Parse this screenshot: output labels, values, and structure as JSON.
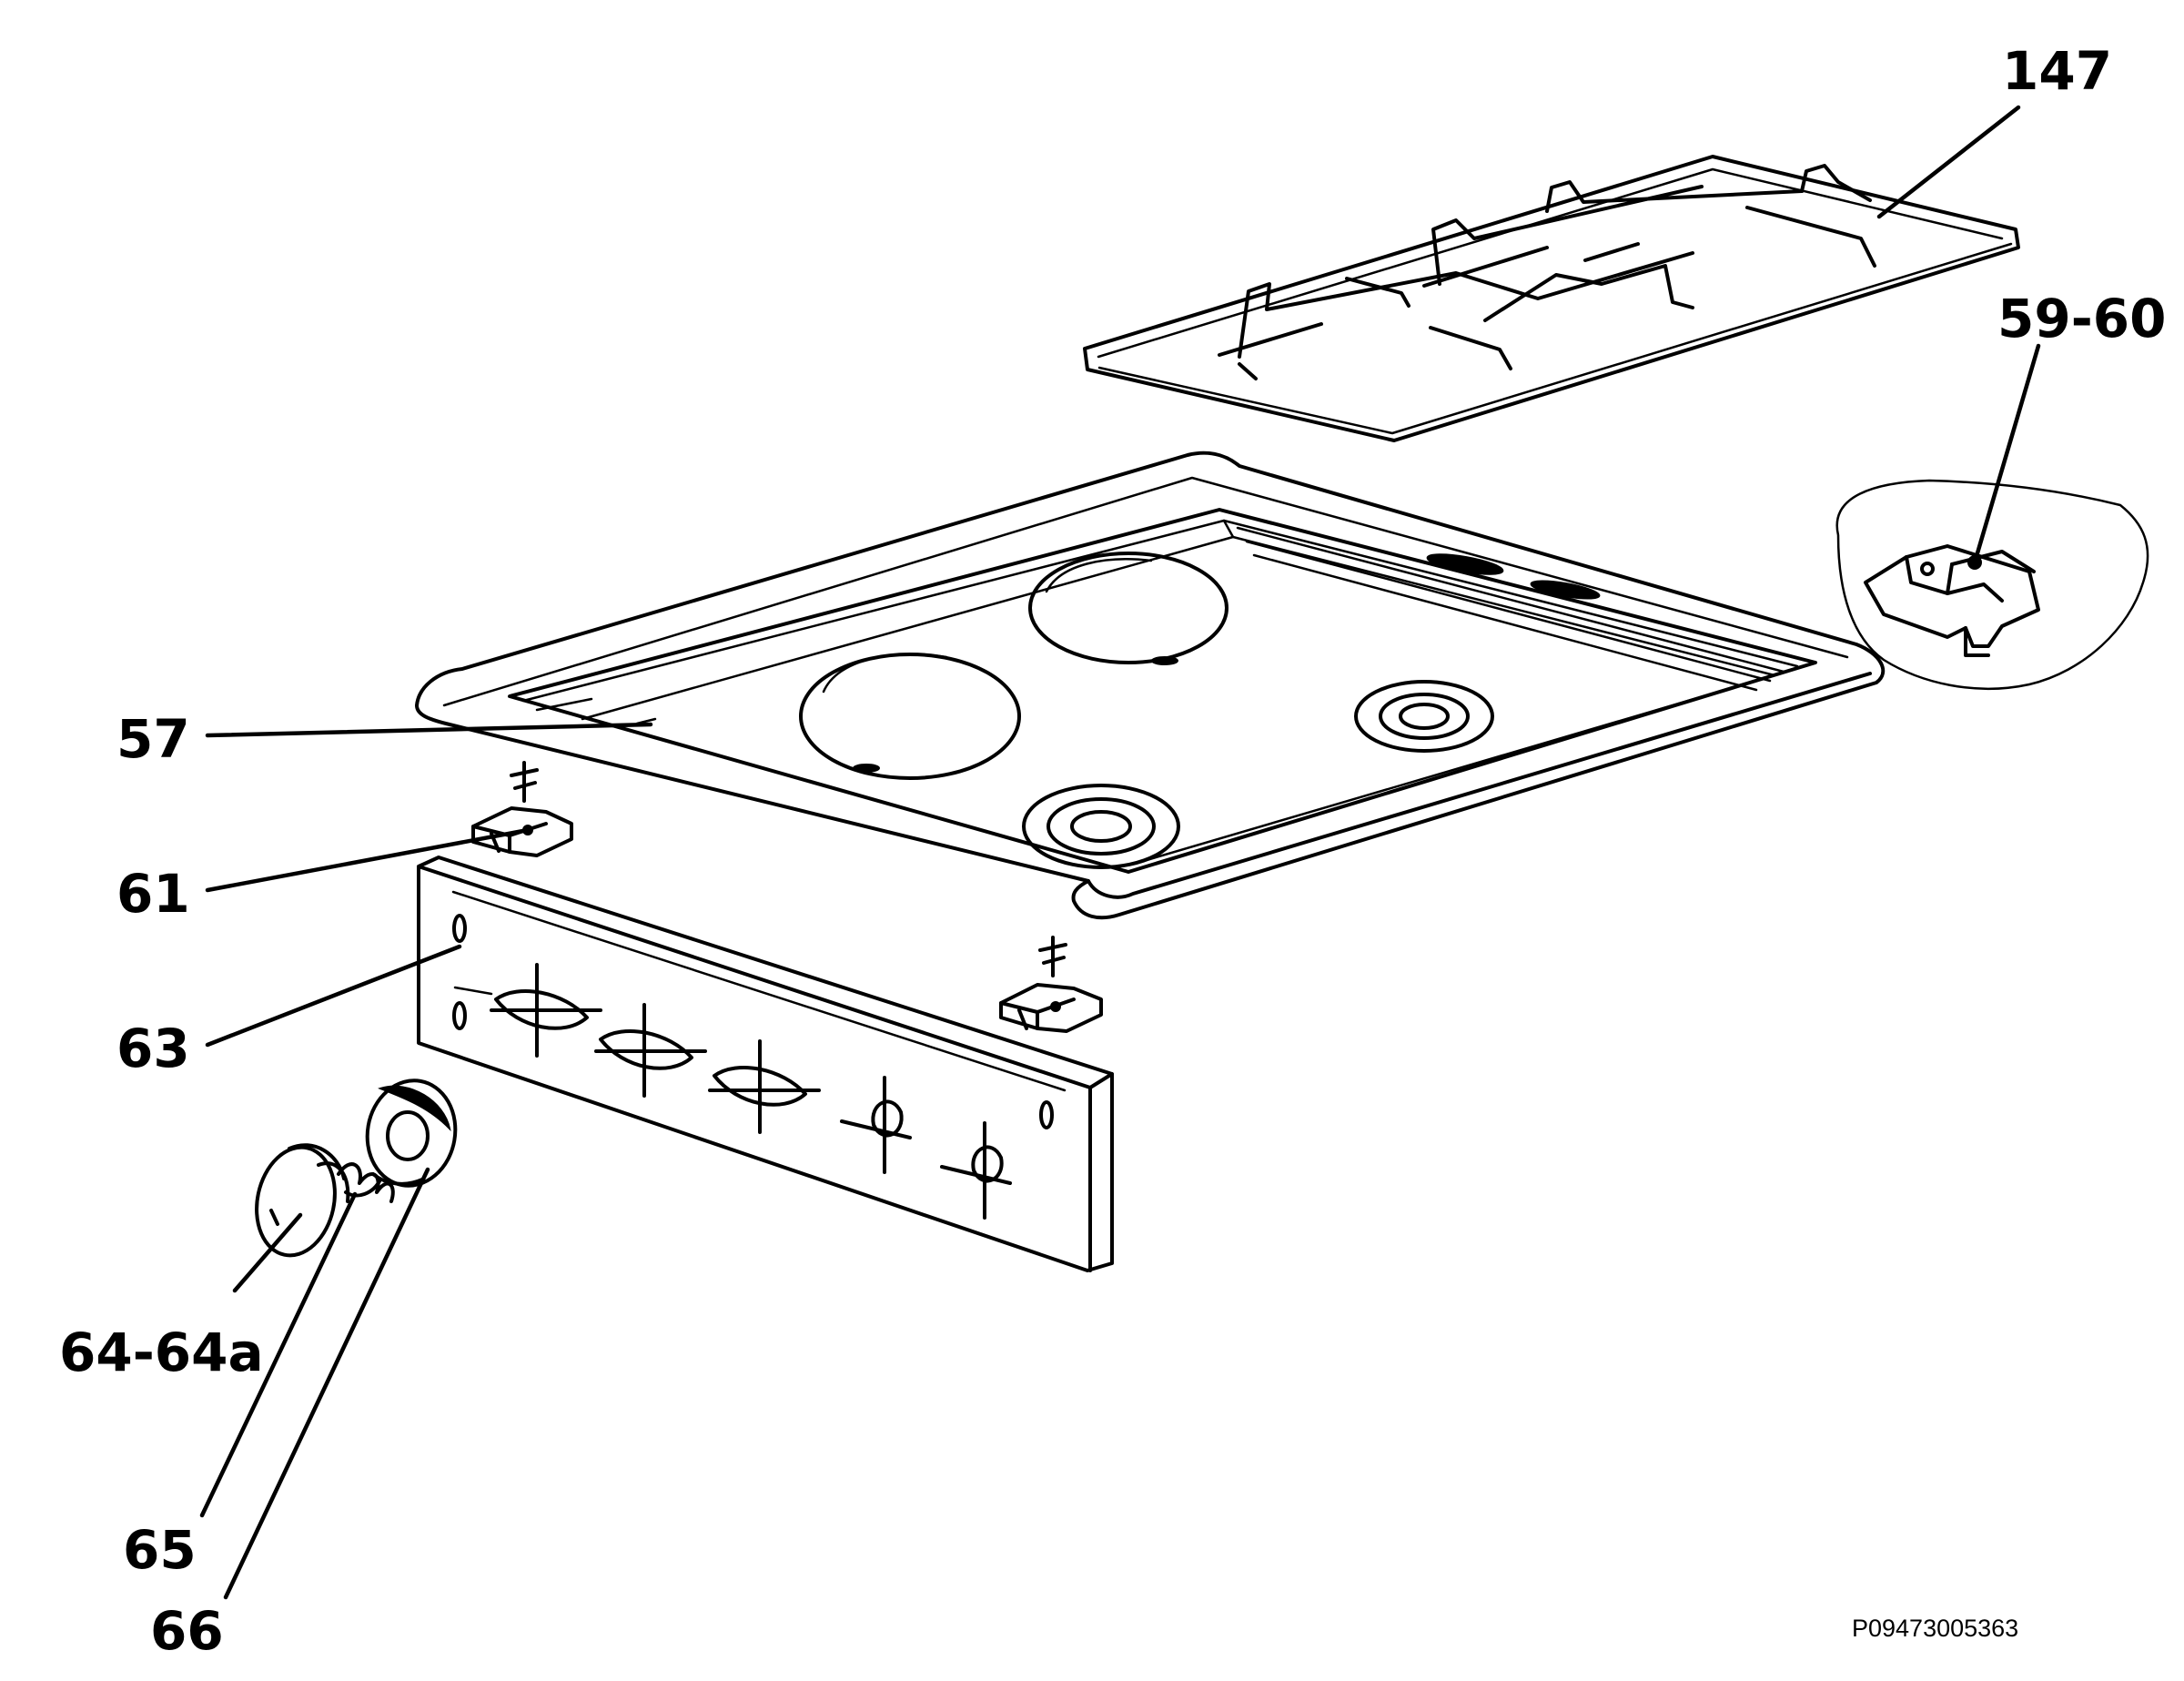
{
  "diagram": {
    "labels": {
      "pan_support": "147",
      "spark_ignition": "59-60",
      "hob_top": "57",
      "bracket": "61",
      "control_panel": "63",
      "knob": "64-64a",
      "spring": "65",
      "knob_bezel": "66"
    },
    "reference_code": "P09473005363"
  }
}
